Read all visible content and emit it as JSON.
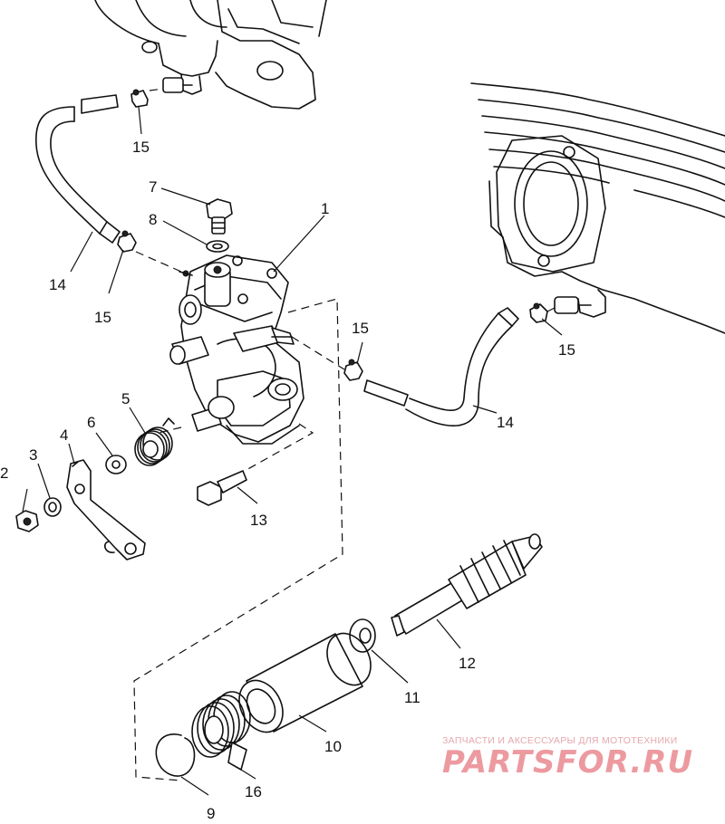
{
  "callouts": [
    "1",
    "2",
    "3",
    "4",
    "5",
    "6",
    "7",
    "8",
    "9",
    "10",
    "11",
    "12",
    "13",
    "14",
    "15",
    "16"
  ],
  "labels": {
    "p1": "1",
    "p2": "2",
    "p3": "3",
    "p4": "4",
    "p5": "5",
    "p6": "6",
    "p7": "7",
    "p8": "8",
    "p9": "9",
    "p10": "10",
    "p11": "11",
    "p12": "12",
    "p13": "13",
    "p14a": "14",
    "p14b": "14",
    "p15a": "15",
    "p15b": "15",
    "p15c": "15",
    "p15d": "15",
    "p16": "16"
  },
  "watermark": {
    "tagline": "ЗАПЧАСТИ И АКСЕССУАРЫ ДЛЯ МОТОТЕХНИКИ",
    "logo": "PARTSFOR.RU"
  }
}
